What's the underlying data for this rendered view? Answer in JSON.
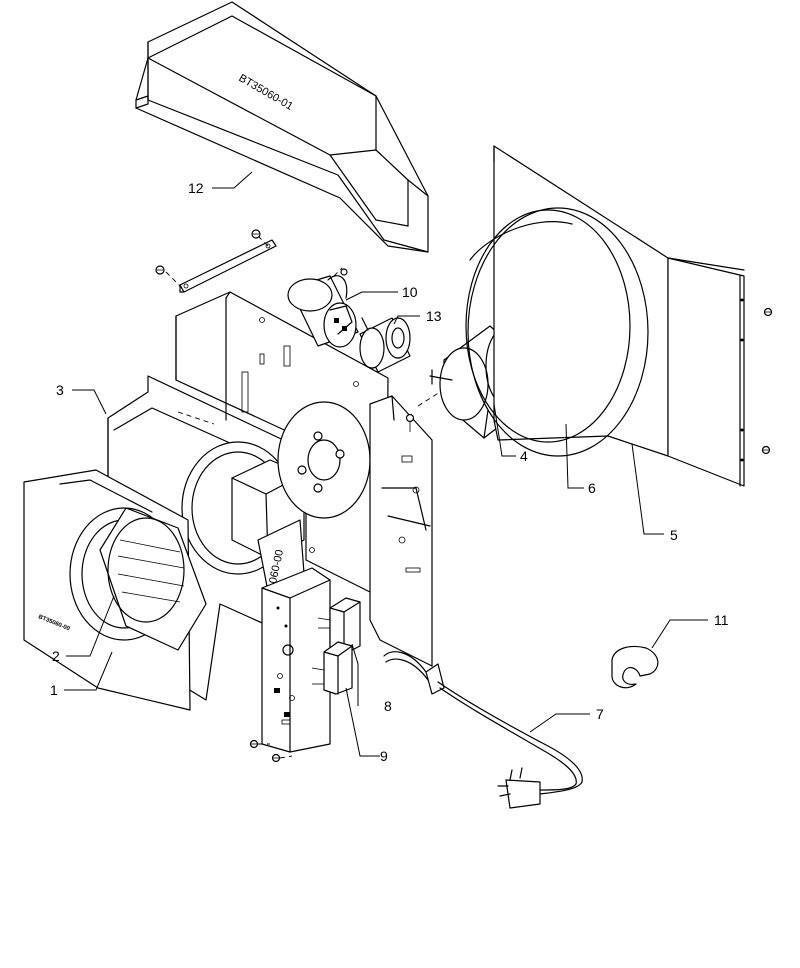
{
  "callouts": [
    {
      "id": "1",
      "label": "1"
    },
    {
      "id": "2",
      "label": "2"
    },
    {
      "id": "3",
      "label": "3"
    },
    {
      "id": "4",
      "label": "4"
    },
    {
      "id": "5",
      "label": "5"
    },
    {
      "id": "6",
      "label": "6"
    },
    {
      "id": "7",
      "label": "7"
    },
    {
      "id": "8",
      "label": "8"
    },
    {
      "id": "9",
      "label": "9"
    },
    {
      "id": "10",
      "label": "10"
    },
    {
      "id": "11",
      "label": "11"
    },
    {
      "id": "12",
      "label": "12"
    },
    {
      "id": "13",
      "label": "13"
    }
  ],
  "stamps": {
    "duct_code": "BT35060-01",
    "housing_code": "060-00",
    "grille_code": "BT35060-00"
  }
}
